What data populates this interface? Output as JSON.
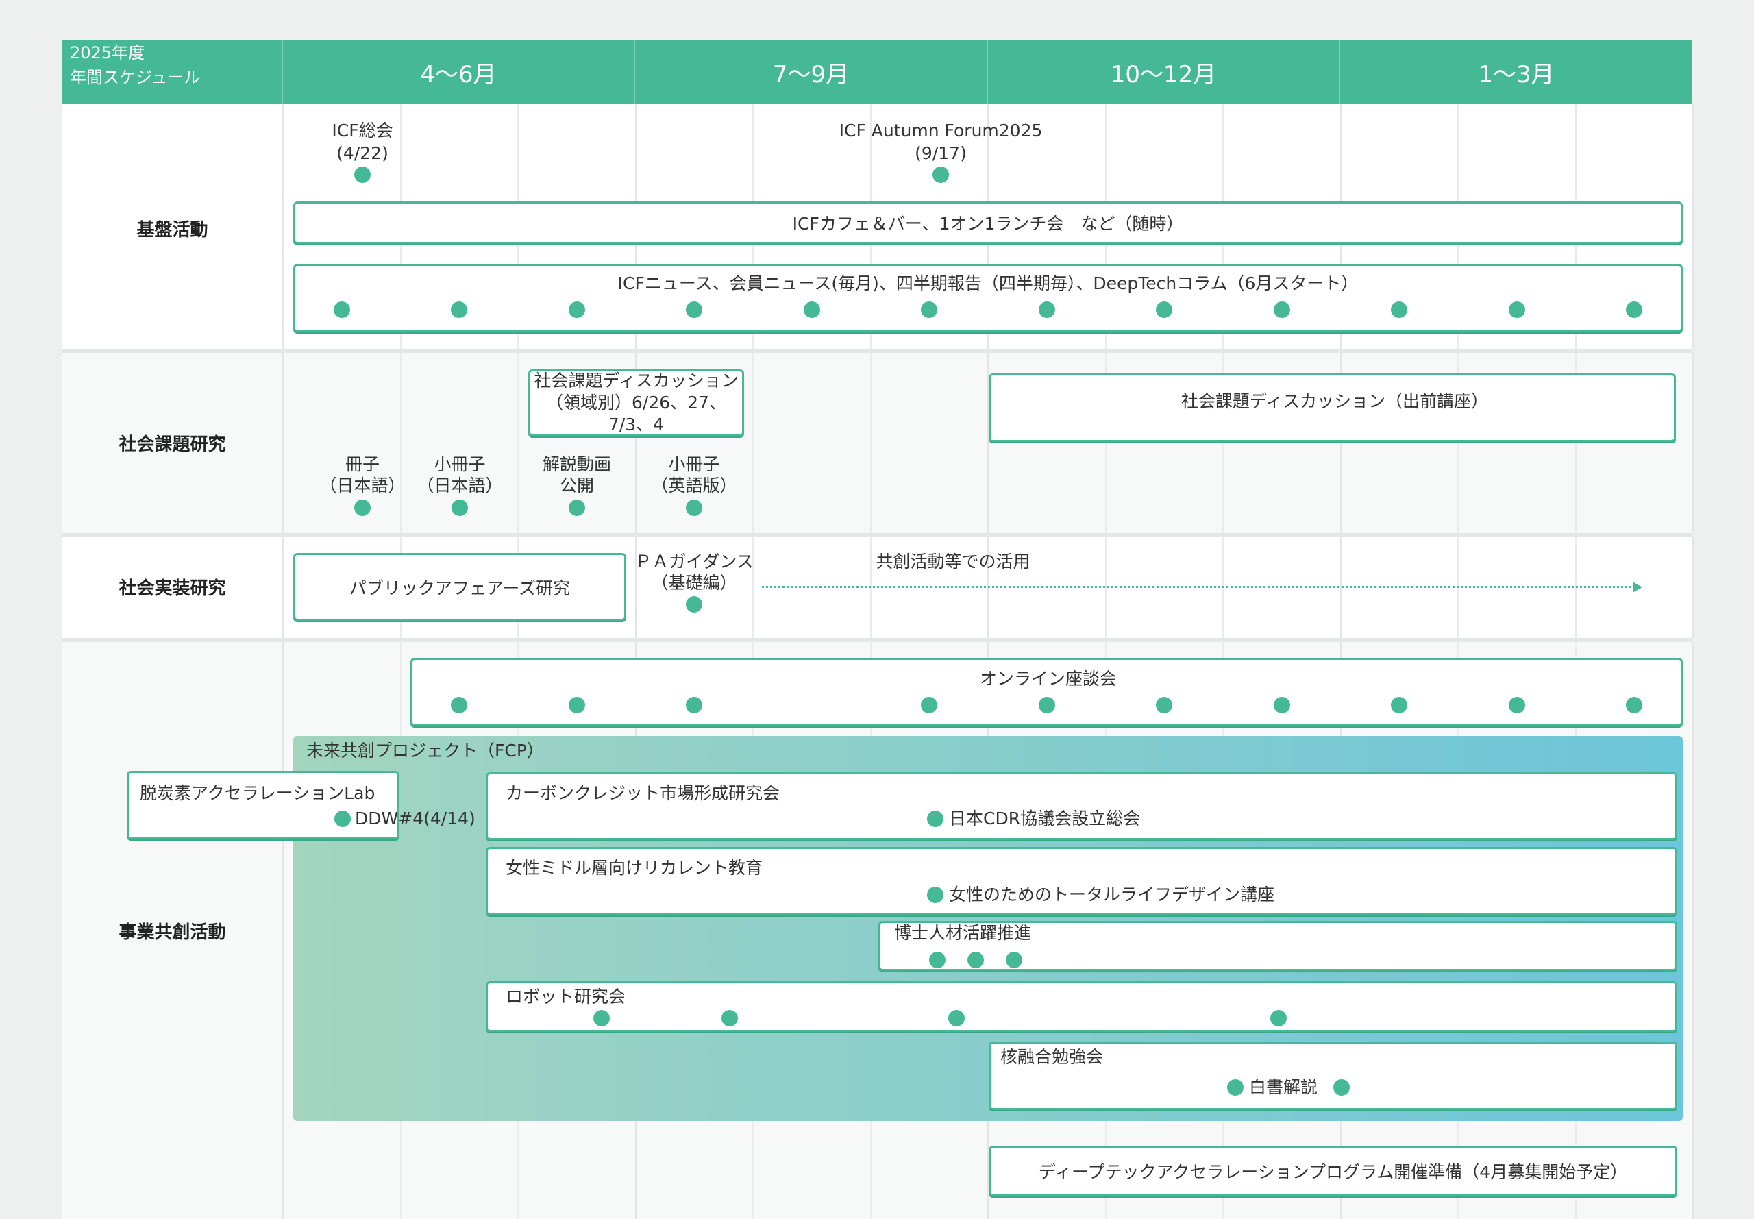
{
  "header": {
    "title_line1": "2025年度",
    "title_line2": "年間スケジュール",
    "quarters": [
      "4〜6月",
      "7〜9月",
      "10〜12月",
      "1〜3月"
    ]
  },
  "rows": {
    "kiban": {
      "label": "基盤活動",
      "icf_general": "ICF総会",
      "icf_general_date": "(4/22)",
      "forum": "ICF Autumn Forum2025",
      "forum_date": "(9/17)",
      "cafe": "ICFカフェ＆バー、1オン1ランチ会　など（随時）",
      "news": "ICFニュース、会員ニュース(毎月)、四半期報告（四半期毎）、DeepTechコラム（6月スタート）"
    },
    "shakai_kadai": {
      "label": "社会課題研究",
      "discussion_line1": "社会課題ディスカッション",
      "discussion_line2": "（領域別）6/26、27、7/3、4",
      "discussion_outreach": "社会課題ディスカッション（出前講座）",
      "milestones": [
        {
          "l1": "冊子",
          "l2": "（日本語）"
        },
        {
          "l1": "小冊子",
          "l2": "（日本語）"
        },
        {
          "l1": "解説動画",
          "l2": "公開"
        },
        {
          "l1": "小冊子",
          "l2": "（英語版）"
        }
      ]
    },
    "shakai_jisso": {
      "label": "社会実装研究",
      "pa_research": "パブリックアフェアーズ研究",
      "pa_guidance_l1": "ＰＡガイダンス",
      "pa_guidance_l2": "（基礎編）",
      "utilization": "共創活動等での活用"
    },
    "jigyo": {
      "label": "事業共創活動",
      "online": "オンライン座談会",
      "fcp": "未来共創プロジェクト（FCP）",
      "decarbon": "脱炭素アクセラレーションLab",
      "ddw": "DDW#4(4/14)",
      "carbon": "カーボンクレジット市場形成研究会",
      "cdr": "日本CDR協議会設立総会",
      "women": "女性ミドル層向けリカレント教育",
      "women_event": "女性のためのトータルライフデザイン講座",
      "phd": "博士人材活躍推進",
      "robot": "ロボット研究会",
      "fusion": "核融合勉強会",
      "whitepaper": "白書解説",
      "deeptech": "ディープテックアクセラレーションプログラム開催準備（4月募集開始予定）"
    }
  },
  "colors": {
    "accent": "#45b995",
    "fcp_gradient_start": "#a3d5bf",
    "fcp_gradient_end": "#6cc5d9"
  }
}
